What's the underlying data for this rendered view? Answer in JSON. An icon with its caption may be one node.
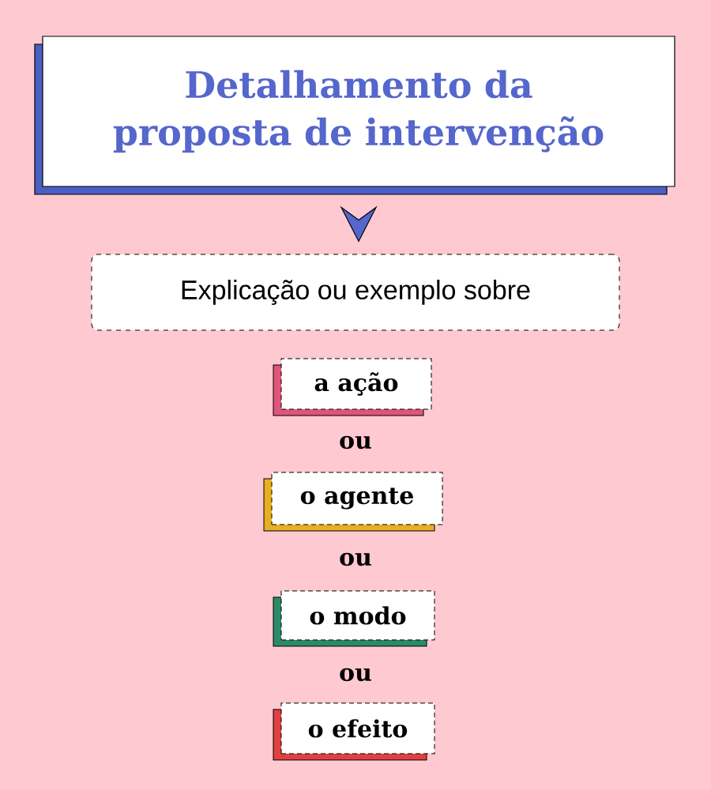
{
  "diagram": {
    "nodes": [
      {
        "text": [
          "Detalhamento da proposta de intervenção"
        ]
      },
      {
        "text": [
          "Explicação ou exemplo sobre"
        ]
      },
      {
        "text": [
          "a ação"
        ]
      },
      {
        "text": [
          "o agente"
        ]
      },
      {
        "text": [
          "o modo"
        ]
      },
      {
        "text": [
          "o efeito"
        ]
      }
    ],
    "edges": [
      {
        "from": 0,
        "to": 1,
        "arrow": "to"
      }
    ],
    "labels": [
      "ou",
      "ou",
      "ou"
    ]
  }
}
